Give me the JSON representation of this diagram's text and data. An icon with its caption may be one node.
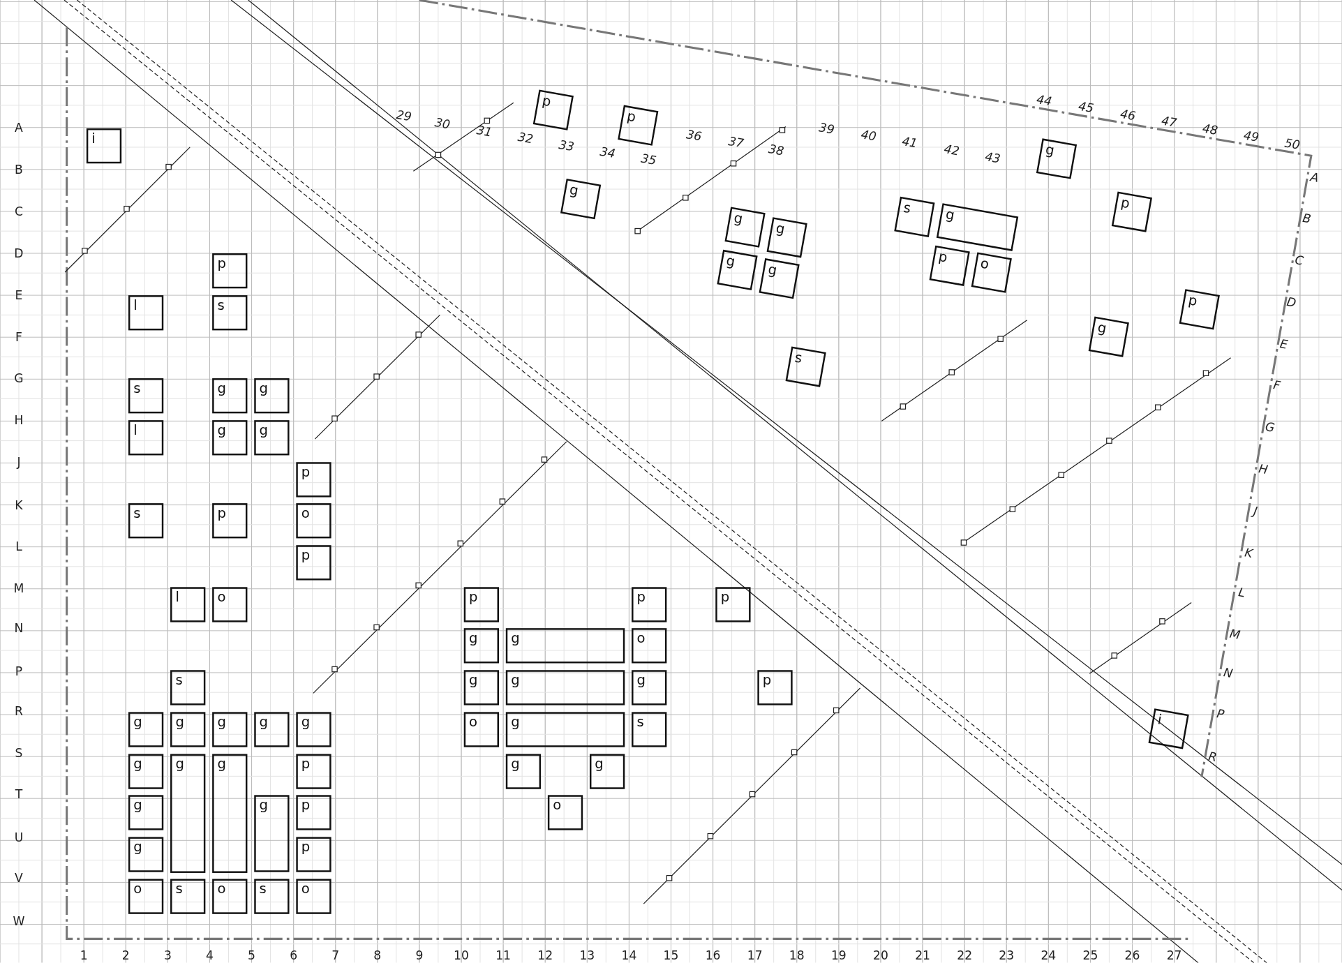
{
  "diagram": {
    "nodes": [
      {
        "text": [
          "i"
        ]
      },
      {
        "text": [
          "p"
        ]
      },
      {
        "text": [
          "l"
        ]
      },
      {
        "text": [
          "s"
        ]
      },
      {
        "text": [
          "s"
        ]
      },
      {
        "text": [
          "g"
        ]
      },
      {
        "text": [
          "g"
        ]
      },
      {
        "text": [
          "l"
        ]
      },
      {
        "text": [
          "g"
        ]
      },
      {
        "text": [
          "g"
        ]
      },
      {
        "text": [
          "p"
        ]
      },
      {
        "text": [
          "s"
        ]
      },
      {
        "text": [
          "p"
        ]
      },
      {
        "text": [
          "o"
        ]
      },
      {
        "text": [
          "p"
        ]
      },
      {
        "text": [
          "l"
        ]
      },
      {
        "text": [
          "o"
        ]
      },
      {
        "text": [
          "s"
        ]
      },
      {
        "text": [
          "g"
        ]
      },
      {
        "text": [
          "g"
        ]
      },
      {
        "text": [
          "g"
        ]
      },
      {
        "text": [
          "g"
        ]
      },
      {
        "text": [
          "g"
        ]
      },
      {
        "text": [
          "g"
        ]
      },
      {
        "text": [
          "g"
        ]
      },
      {
        "text": [
          "g"
        ]
      },
      {
        "text": [
          "p"
        ]
      },
      {
        "text": [
          "g"
        ]
      },
      {
        "text": [
          "g"
        ]
      },
      {
        "text": [
          "p"
        ]
      },
      {
        "text": [
          "g"
        ]
      },
      {
        "text": [
          "p"
        ]
      },
      {
        "text": [
          "o"
        ]
      },
      {
        "text": [
          "s"
        ]
      },
      {
        "text": [
          "o"
        ]
      },
      {
        "text": [
          "s"
        ]
      },
      {
        "text": [
          "o"
        ]
      },
      {
        "text": [
          "p"
        ]
      },
      {
        "text": [
          "p"
        ]
      },
      {
        "text": [
          "p"
        ]
      },
      {
        "text": [
          "g"
        ]
      },
      {
        "text": [
          "g"
        ]
      },
      {
        "text": [
          "o"
        ]
      },
      {
        "text": [
          "g"
        ]
      },
      {
        "text": [
          "g"
        ]
      },
      {
        "text": [
          "g"
        ]
      },
      {
        "text": [
          "p"
        ]
      },
      {
        "text": [
          "o"
        ]
      },
      {
        "text": [
          "g"
        ]
      },
      {
        "text": [
          "s"
        ]
      },
      {
        "text": [
          "g"
        ]
      },
      {
        "text": [
          "g"
        ]
      },
      {
        "text": [
          "o"
        ]
      },
      {
        "text": [
          "p"
        ]
      },
      {
        "text": [
          "p"
        ]
      },
      {
        "text": [
          "g"
        ]
      },
      {
        "text": [
          "g"
        ]
      },
      {
        "text": [
          "s"
        ]
      },
      {
        "text": [
          "g"
        ]
      },
      {
        "text": [
          "p"
        ]
      },
      {
        "text": [
          "g"
        ]
      },
      {
        "text": [
          "g"
        ]
      },
      {
        "text": [
          "p"
        ]
      },
      {
        "text": [
          "g"
        ]
      },
      {
        "text": [
          "o"
        ]
      },
      {
        "text": [
          "g"
        ]
      },
      {
        "text": [
          "p"
        ]
      },
      {
        "text": [
          "g"
        ]
      },
      {
        "text": [
          "s"
        ]
      },
      {
        "text": [
          "i"
        ]
      }
    ],
    "labels": [
      "29",
      "30",
      "31",
      "32",
      "33",
      "34",
      "35",
      "36",
      "37",
      "38",
      "39",
      "40",
      "41",
      "42",
      "43",
      "44",
      "45",
      "46",
      "47",
      "48",
      "49",
      "50",
      "A",
      "B",
      "C",
      "D",
      "E",
      "F",
      "G",
      "H",
      "J",
      "K",
      "L",
      "M",
      "N",
      "P",
      "R",
      "S",
      "T",
      "U",
      "V",
      "W",
      "A",
      "B",
      "C",
      "D",
      "E",
      "F",
      "G",
      "H",
      "J",
      "K",
      "L",
      "M",
      "N",
      "P",
      "R",
      "1",
      "2",
      "3",
      "4",
      "5",
      "6",
      "7",
      "8",
      "9",
      "10",
      "11",
      "12",
      "13",
      "14",
      "15",
      "16",
      "17",
      "18",
      "19",
      "20",
      "21",
      "22",
      "23",
      "24",
      "25",
      "26",
      "27"
    ]
  }
}
